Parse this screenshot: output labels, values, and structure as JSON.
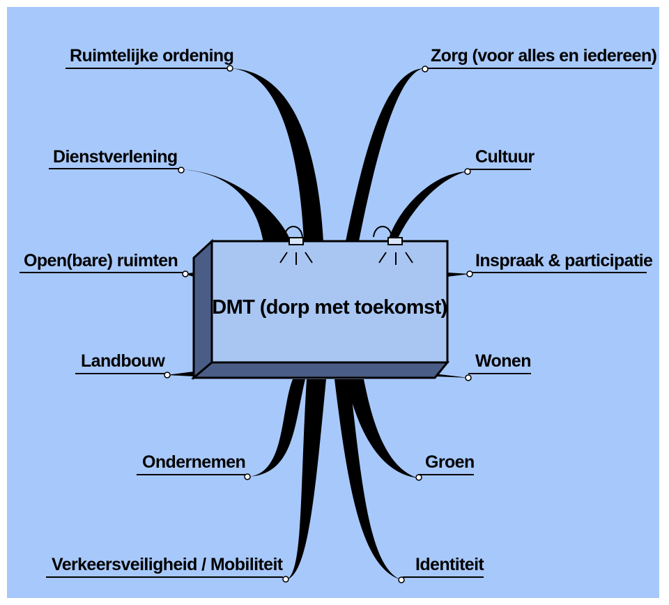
{
  "center": {
    "label": "DMT (dorp met toekomst)"
  },
  "branches": [
    {
      "id": "ruimtelijke-ordening",
      "label": "Ruimtelijke ordening"
    },
    {
      "id": "dienstverlening",
      "label": "Dienstverlening"
    },
    {
      "id": "openbare-ruimten",
      "label": "Open(bare) ruimten"
    },
    {
      "id": "landbouw",
      "label": "Landbouw"
    },
    {
      "id": "ondernemen",
      "label": "Ondernemen"
    },
    {
      "id": "verkeersveiligheid",
      "label": "Verkeersveiligheid / Mobiliteit"
    },
    {
      "id": "zorg",
      "label": "Zorg (voor alles en iedereen)"
    },
    {
      "id": "cultuur",
      "label": "Cultuur"
    },
    {
      "id": "inspraak",
      "label": "Inspraak & participatie"
    },
    {
      "id": "wonen",
      "label": "Wonen"
    },
    {
      "id": "groen",
      "label": "Groen"
    },
    {
      "id": "identiteit",
      "label": "Identiteit"
    }
  ],
  "colors": {
    "background": "#a7c8fa",
    "box_front": "#a9c6f3",
    "box_side": "#4a5d86",
    "branch": "#000000"
  },
  "icons": [
    "lamp-icon"
  ]
}
